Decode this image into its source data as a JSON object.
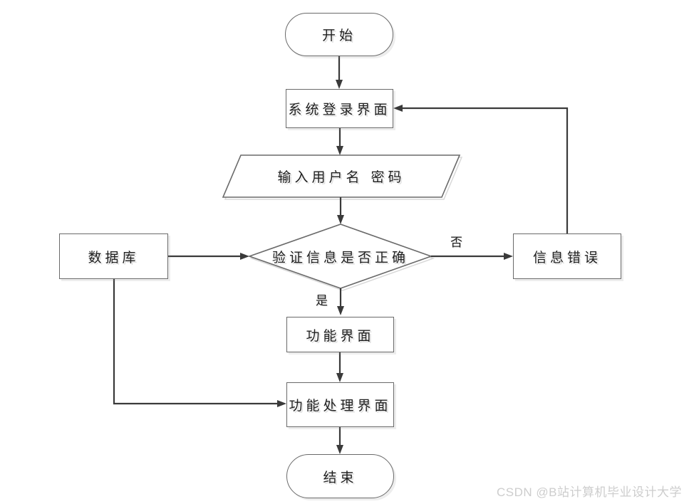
{
  "diagram": {
    "type": "flowchart",
    "nodes": {
      "start": {
        "label": "开始",
        "shape": "terminator"
      },
      "login": {
        "label": "系统登录界面",
        "shape": "process"
      },
      "input": {
        "label": "输入用户名 密码",
        "shape": "input-output"
      },
      "verify": {
        "label": "验证信息是否正确",
        "shape": "decision"
      },
      "database": {
        "label": "数据库",
        "shape": "process"
      },
      "error": {
        "label": "信息错误",
        "shape": "process"
      },
      "function_ui": {
        "label": "功能界面",
        "shape": "process"
      },
      "function_process": {
        "label": "功能处理界面",
        "shape": "process"
      },
      "end": {
        "label": "结束",
        "shape": "terminator"
      }
    },
    "edges": [
      {
        "from": "start",
        "to": "login"
      },
      {
        "from": "login",
        "to": "input"
      },
      {
        "from": "input",
        "to": "verify"
      },
      {
        "from": "verify",
        "to": "function_ui",
        "label": "是"
      },
      {
        "from": "verify",
        "to": "error",
        "label": "否"
      },
      {
        "from": "error",
        "to": "login"
      },
      {
        "from": "database",
        "to": "verify"
      },
      {
        "from": "database",
        "to": "function_process"
      },
      {
        "from": "function_ui",
        "to": "function_process"
      },
      {
        "from": "function_process",
        "to": "end"
      }
    ],
    "colors": {
      "background": "#ffffff",
      "connector": "#3a3a3a",
      "node_border": "#6a6a6a",
      "node_fill": "#ffffff",
      "text": "#1f1f1f",
      "shadow": "#d9d9d9",
      "watermark": "#cdcdcd"
    }
  },
  "watermark": {
    "text": "CSDN @B站计算机毕业设计大学"
  }
}
